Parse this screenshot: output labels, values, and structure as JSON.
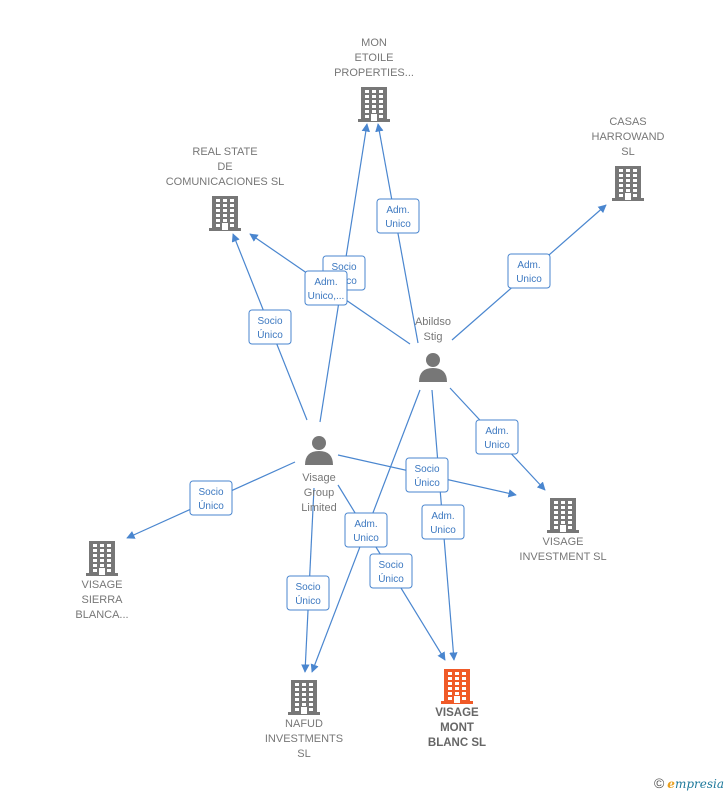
{
  "nodes": [
    {
      "id": "mon",
      "type": "company",
      "lines": [
        "MON",
        "ETOILE",
        "PROPERTIES..."
      ],
      "color": "#777777"
    },
    {
      "id": "casas",
      "type": "company",
      "lines": [
        "CASAS",
        "HARROWAND",
        "SL"
      ],
      "color": "#777777"
    },
    {
      "id": "real",
      "type": "company",
      "lines": [
        "REAL STATE",
        "DE",
        "COMUNICACIONES SL"
      ],
      "color": "#777777"
    },
    {
      "id": "abildso",
      "type": "person",
      "lines": [
        "Abildso",
        "Stig"
      ],
      "color": "#777777"
    },
    {
      "id": "visage_group",
      "type": "person",
      "lines": [
        "Visage",
        "Group",
        "Limited"
      ],
      "color": "#777777"
    },
    {
      "id": "visage_inv",
      "type": "company",
      "lines": [
        "VISAGE",
        "INVESTMENT SL"
      ],
      "color": "#777777"
    },
    {
      "id": "visage_sierra",
      "type": "company",
      "lines": [
        "VISAGE",
        "SIERRA",
        "BLANCA..."
      ],
      "color": "#777777"
    },
    {
      "id": "nafud",
      "type": "company",
      "lines": [
        "NAFUD",
        "INVESTMENTS",
        "SL"
      ],
      "color": "#777777"
    },
    {
      "id": "visage_mont",
      "type": "company",
      "lines": [
        "VISAGE",
        "MONT",
        "BLANC  SL"
      ],
      "color": "#f05a28",
      "focus": true
    }
  ],
  "edges": [
    {
      "id": "e1",
      "from": "abildso",
      "to": "mon",
      "lines": [
        "Adm.",
        "Unico"
      ]
    },
    {
      "id": "e2",
      "from": "visage_group",
      "to": "mon",
      "lines": [
        "Socio",
        "Único"
      ]
    },
    {
      "id": "e3",
      "from": "abildso",
      "to": "casas",
      "lines": [
        "Adm.",
        "Unico"
      ]
    },
    {
      "id": "e4",
      "from": "abildso",
      "to": "real",
      "lines": [
        "Adm.",
        "Unico,..."
      ]
    },
    {
      "id": "e5",
      "from": "visage_group",
      "to": "real",
      "lines": [
        "Socio",
        "Único"
      ]
    },
    {
      "id": "e6",
      "from": "abildso",
      "to": "visage_inv",
      "lines": [
        "Adm.",
        "Unico"
      ]
    },
    {
      "id": "e7",
      "from": "visage_group",
      "to": "visage_inv",
      "lines": [
        "Socio",
        "Único"
      ]
    },
    {
      "id": "e8",
      "from": "visage_group",
      "to": "visage_sierra",
      "lines": [
        "Socio",
        "Único"
      ]
    },
    {
      "id": "e9",
      "from": "visage_group",
      "to": "nafud",
      "lines": [
        "Socio",
        "Único"
      ]
    },
    {
      "id": "e10",
      "from": "abildso",
      "to": "nafud",
      "lines": [
        "Adm.",
        "Unico"
      ]
    },
    {
      "id": "e11",
      "from": "visage_group",
      "to": "visage_mont",
      "lines": [
        "Socio",
        "Único"
      ]
    },
    {
      "id": "e12",
      "from": "abildso",
      "to": "visage_mont",
      "lines": [
        "Adm.",
        "Unico"
      ]
    }
  ],
  "colors": {
    "edge": "#4a86cf",
    "edge_text": "#3c78c0",
    "icon": "#777777",
    "focus_icon": "#f05a28"
  },
  "watermark": {
    "symbol": "©",
    "brand_initial": "e",
    "brand_rest": "mpresia"
  }
}
